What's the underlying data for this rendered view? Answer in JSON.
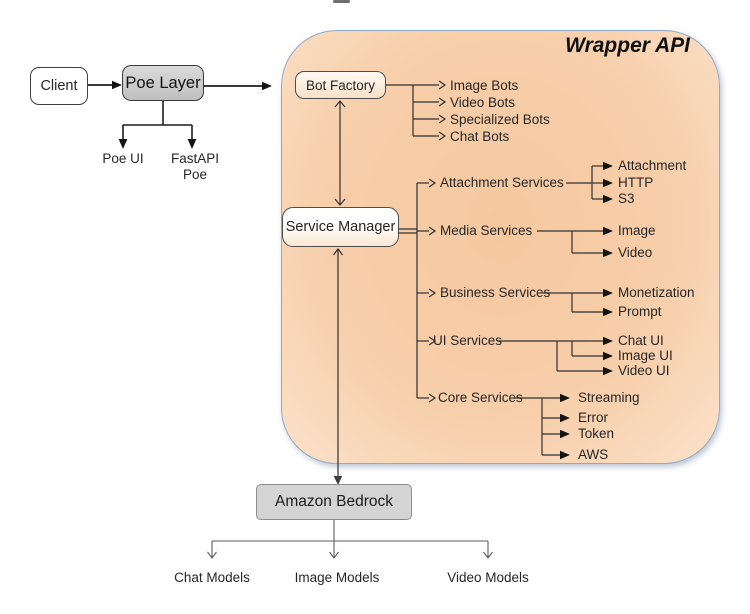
{
  "diagram": {
    "container_title": "Wrapper API",
    "nodes": {
      "client": "Client",
      "poe_layer": "Poe Layer",
      "bot_factory": "Bot Factory",
      "service_manager": "Service Manager",
      "amazon_bedrock": "Amazon Bedrock"
    },
    "poe_outputs": [
      "Poe UI",
      "FastAPI Poe"
    ],
    "bot_types": [
      "Image Bots",
      "Video Bots",
      "Specialized Bots",
      "Chat Bots"
    ],
    "services": [
      {
        "name": "Attachment Services",
        "children": [
          "Attachment",
          "HTTP",
          "S3"
        ]
      },
      {
        "name": "Media Services",
        "children": [
          "Image",
          "Video"
        ]
      },
      {
        "name": "Business Services",
        "children": [
          "Monetization",
          "Prompt"
        ]
      },
      {
        "name": "UI Services",
        "children": [
          "Chat UI",
          "Image UI",
          "Video UI"
        ]
      },
      {
        "name": "Core Services",
        "children": [
          "Streaming",
          "Error",
          "Token",
          "AWS"
        ]
      }
    ],
    "model_outputs": [
      "Chat Models",
      "Image Models",
      "Video Models"
    ],
    "colors": {
      "container_fill": "#f6c89f",
      "container_fill_light": "#fbe2cb",
      "container_border": "#92a9c6",
      "node_gray": "#d4d4d4",
      "line_dark": "#303030"
    }
  }
}
